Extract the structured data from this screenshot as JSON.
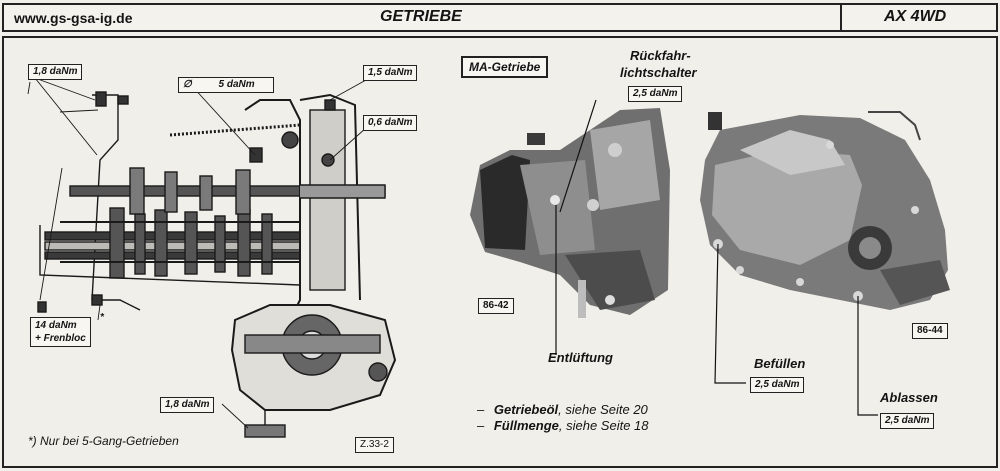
{
  "header": {
    "url": "www.gs-gsa-ig.de",
    "title": "GETRIEBE",
    "model": "AX 4WD"
  },
  "left_diagram": {
    "labels": {
      "torque_top_left": "1,8 daNm",
      "diameter_symbol": "∅",
      "torque_center": "5 daNm",
      "torque_top_right": "1,5 daNm",
      "torque_right": "0,6 daNm",
      "torque_bottom_left": "14 daNm",
      "frenbloc": "+ Frenbloc",
      "torque_bottom": "1,8 daNm",
      "asterisk": "*",
      "footnote": "*) Nur bei 5-Gang-Getrieben",
      "figure_code": "Z.33-2"
    }
  },
  "right_photos": {
    "ma_title": "MA-Getriebe",
    "reverse_switch_line1": "Rückfahr-",
    "reverse_switch_line2": "lichtschalter",
    "torque_reverse_switch": "2,5 daNm",
    "photo1_code": "86-42",
    "photo2_code": "86-44",
    "vent_label": "Entlüftung",
    "fill_label": "Befüllen",
    "fill_torque": "2,5 daNm",
    "drain_label": "Ablassen",
    "drain_torque": "2,5 daNm"
  },
  "notes": {
    "dash1": "–",
    "oil_term": "Getriebeöl",
    "oil_ref": ", siehe Seite 20",
    "dash2": "–",
    "fill_term": "Füllmenge",
    "fill_ref": ", siehe Seite 18"
  },
  "colors": {
    "paper": "#f1efe9",
    "ink": "#141414",
    "photo_dark": "#2a2a2a",
    "photo_mid": "#6b6b6b"
  }
}
